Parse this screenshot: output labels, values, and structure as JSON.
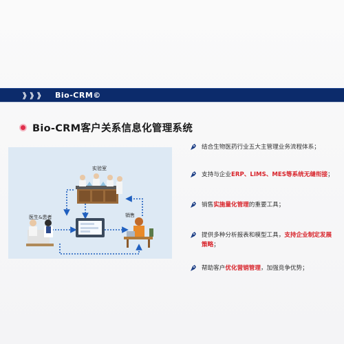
{
  "header": {
    "chevrons": "》》》",
    "title": "Bio-CRM©"
  },
  "section": {
    "title": "Bio-CRM客户关系信息化管理系统"
  },
  "diagram": {
    "lab_label": "实验室",
    "doctor_label": "医生&患者",
    "sales_label": "销售"
  },
  "bullets": [
    {
      "icon": "pen-nib-icon",
      "segments": [
        {
          "text": "结合生物医药行业五大主管理业务流程体系；",
          "highlight": false
        }
      ]
    },
    {
      "icon": "pen-nib-icon",
      "segments": [
        {
          "text": "支持与企业",
          "highlight": false
        },
        {
          "text": "ERP、LIMS、MES等系统无缝衔接",
          "highlight": true
        },
        {
          "text": "；",
          "highlight": false
        }
      ]
    },
    {
      "icon": "pen-nib-icon",
      "segments": [
        {
          "text": "销售",
          "highlight": false
        },
        {
          "text": "实施量化管理",
          "highlight": true
        },
        {
          "text": "的重要工具；",
          "highlight": false
        }
      ]
    },
    {
      "icon": "pen-nib-icon",
      "segments": [
        {
          "text": "提供多种分析报表和模型工具，",
          "highlight": false
        },
        {
          "text": "支持企业制定发展策略",
          "highlight": true
        },
        {
          "text": "；",
          "highlight": false
        }
      ]
    },
    {
      "icon": "pen-nib-icon",
      "segments": [
        {
          "text": "帮助客户",
          "highlight": false
        },
        {
          "text": "优化营销管理",
          "highlight": true
        },
        {
          "text": "，加强竞争优势；",
          "highlight": false
        }
      ]
    }
  ],
  "colors": {
    "header_bg": "#0c2b6b",
    "accent_red": "#d8232a",
    "dot": "#e02d4a",
    "diagram_bg": "#dde9f4"
  }
}
